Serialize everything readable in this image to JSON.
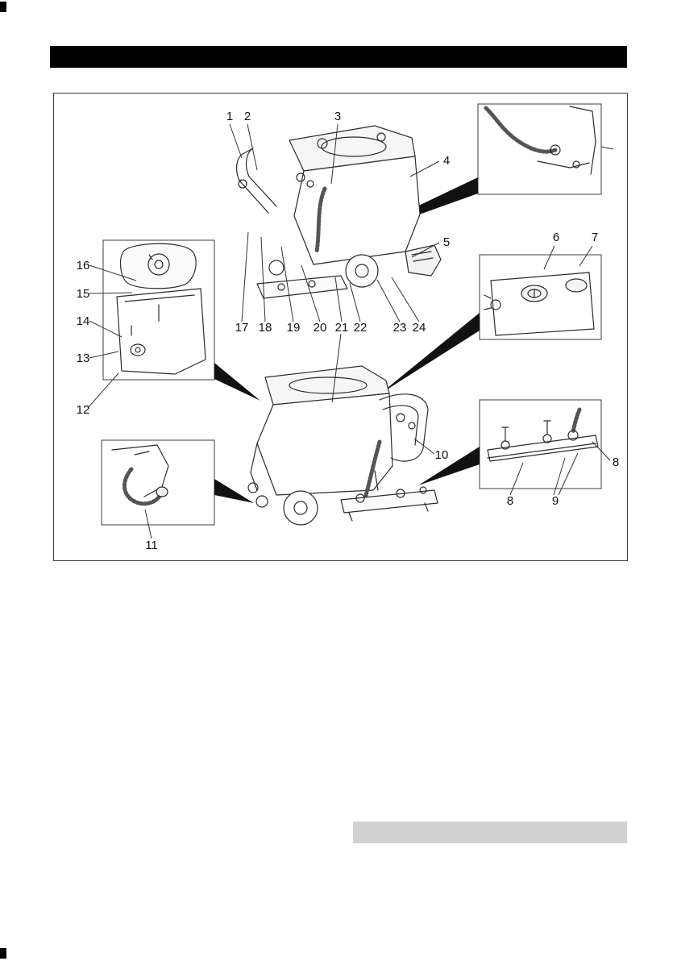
{
  "page": {
    "background_color": "#ffffff"
  },
  "header": {
    "bar_color": "#000000"
  },
  "figure": {
    "border_color": "#3c3c3c",
    "line_color": "#2b2b2b",
    "arrow_color": "#111111",
    "callouts": {
      "n1": "1",
      "n2": "2",
      "n3": "3",
      "n4": "4",
      "n5": "5",
      "n6": "6",
      "n7": "7",
      "n8a": "8",
      "n8b": "8",
      "n9": "9",
      "n10": "10",
      "n11": "11",
      "n12": "12",
      "n13": "13",
      "n14": "14",
      "n15": "15",
      "n16": "16",
      "n17": "17",
      "n18": "18",
      "n19": "19",
      "n20": "20",
      "n21": "21",
      "n22": "22",
      "n23": "23",
      "n24": "24"
    }
  },
  "footer": {
    "placeholder_color": "#d2d2d2"
  }
}
